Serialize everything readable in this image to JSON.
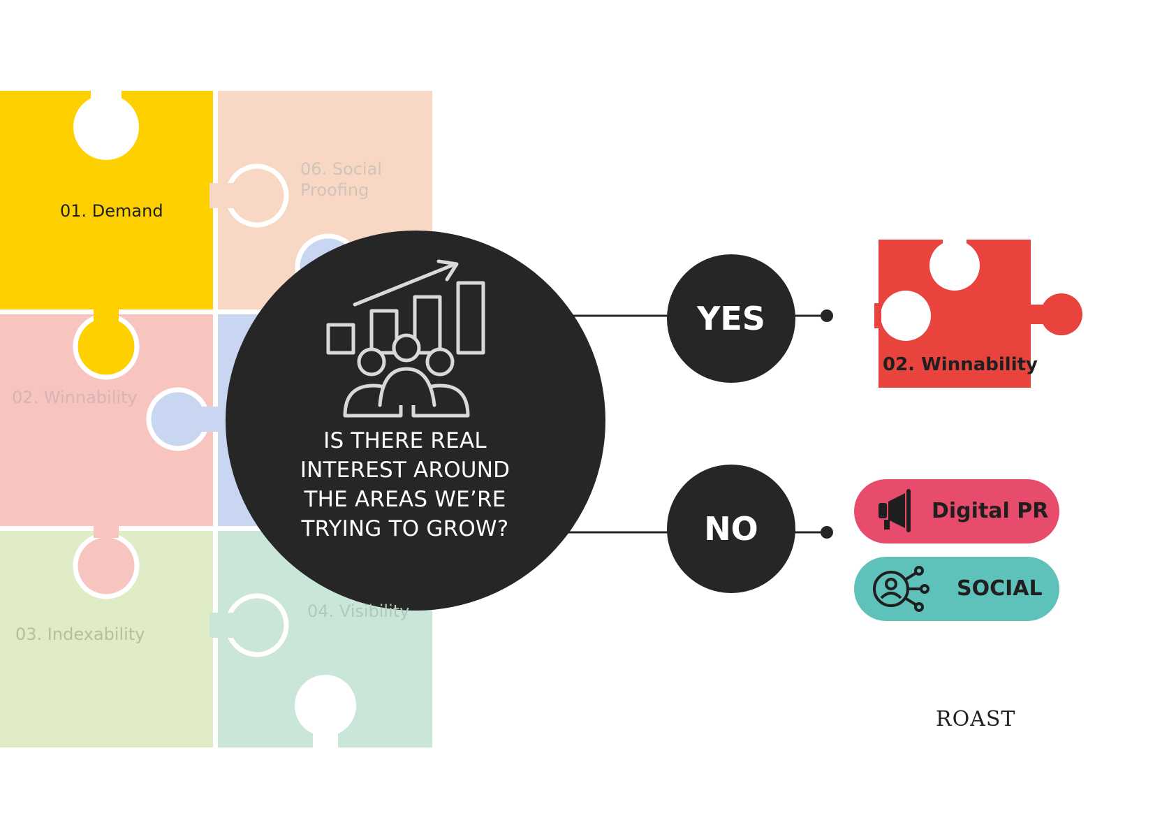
{
  "colors": {
    "demand": "#FFD000",
    "social_proofing": "#F8D8C4",
    "winnability": "#F7C4C0",
    "visibility": "#C9E6D8",
    "indexability": "#E0ECC6",
    "blue_piece": "#C8D6F2",
    "dark_circle": "#262626",
    "winnability_result": "#E8433D",
    "digital_pr": "#E84C6C",
    "social": "#5EC2BA"
  },
  "puzzle": {
    "demand_label": "01. Demand",
    "social_proofing_label_line1": "06. Social",
    "social_proofing_label_line2": "Proofing",
    "winnability_label": "02. Winnability",
    "indexability_label": "03. Indexability",
    "visibility_label": "04. Visibility"
  },
  "question": {
    "icon": "growth-chart-people-icon",
    "lines": [
      "IS THERE REAL",
      "INTEREST AROUND",
      "THE AREAS WE’RE",
      "TRYING TO GROW?"
    ]
  },
  "answers": {
    "yes": {
      "label": "YES",
      "result_label": "02. Winnability",
      "result_icon": "puzzle-piece-icon"
    },
    "no": {
      "label": "NO",
      "options": [
        {
          "label": "Digital PR",
          "icon": "megaphone-icon"
        },
        {
          "label": "SOCIAL",
          "icon": "social-network-icon"
        }
      ]
    }
  },
  "brand": {
    "logo_text": "ROAST"
  }
}
